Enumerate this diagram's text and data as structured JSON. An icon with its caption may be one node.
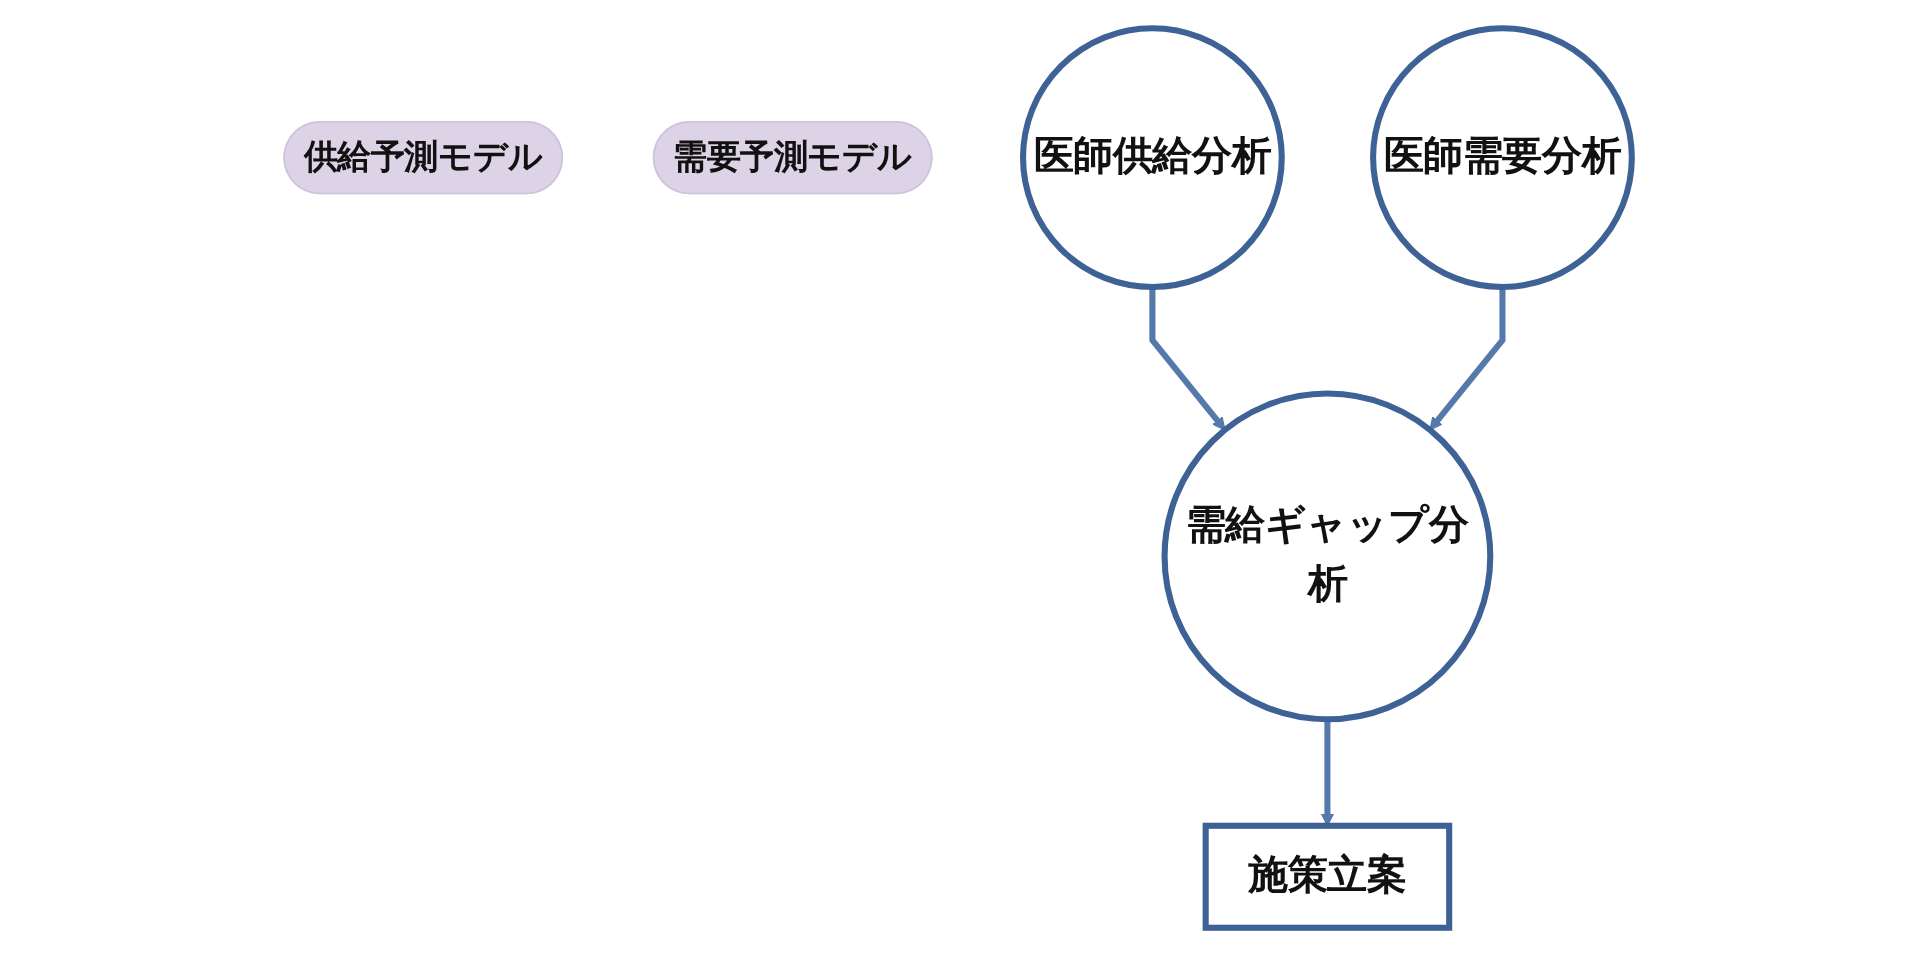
{
  "diagram": {
    "nodes": [
      {
        "text": [
          "供給予測モデル"
        ]
      },
      {
        "text": [
          "需要予測モデル"
        ]
      },
      {
        "text": [
          "医師供給分析"
        ]
      },
      {
        "text": [
          "需給ギャップ分析"
        ]
      },
      {
        "text": [
          "医師需要分析"
        ]
      },
      {
        "text": [
          "施策立案"
        ]
      }
    ],
    "edges": [
      {
        "from": 2,
        "to": 3,
        "arrow": "to"
      },
      {
        "from": 4,
        "to": 3,
        "arrow": "to"
      },
      {
        "from": 3,
        "to": 5,
        "arrow": "to"
      }
    ]
  }
}
